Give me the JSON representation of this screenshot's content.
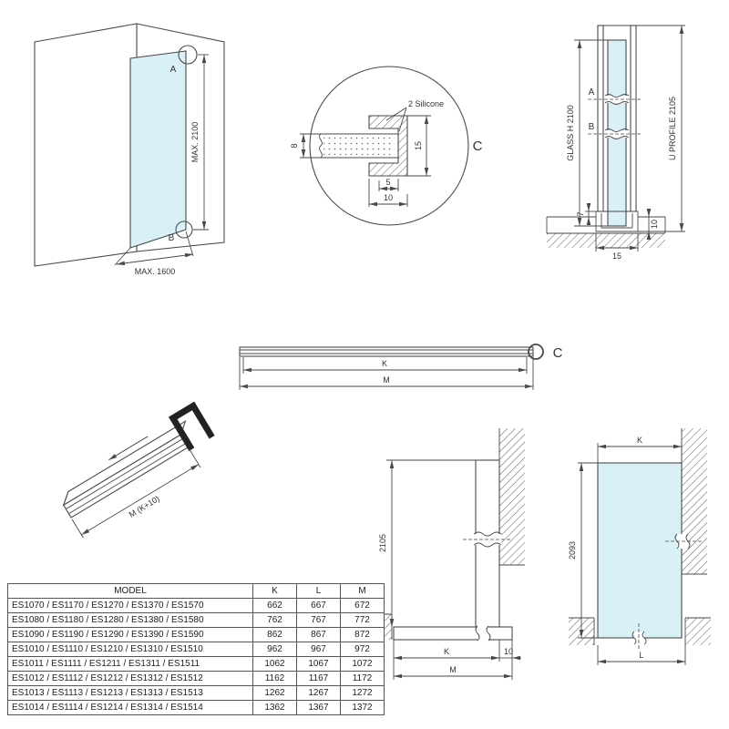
{
  "colors": {
    "glass": "#d8f0f6",
    "line": "#4a4a4a"
  },
  "perspective": {
    "a": "A",
    "b": "B",
    "max_h": "MAX. 2100",
    "max_w": "MAX. 1600"
  },
  "detail": {
    "silicone": "2 Silicone",
    "d8": "8",
    "d15": "15",
    "d5": "5",
    "d10": "10",
    "c": "C"
  },
  "section": {
    "a": "A",
    "b": "B",
    "glass_h": "GLASS H 2100",
    "u_profile": "U PROFILE 2105",
    "d7": "7",
    "d10": "10",
    "d15": "15"
  },
  "plan": {
    "k": "K",
    "m": "M",
    "c": "C"
  },
  "profile_3d": {
    "m": "M (K+10)"
  },
  "front": {
    "d2105": "2105",
    "k": "K",
    "d10": "10",
    "m": "M"
  },
  "panel": {
    "k": "K",
    "d2093": "2093",
    "l": "L"
  },
  "table": {
    "headers": [
      "MODEL",
      "K",
      "L",
      "M"
    ],
    "rows": [
      [
        "ES1070 / ES1170 / ES1270 / ES1370 / ES1570",
        "662",
        "667",
        "672"
      ],
      [
        "ES1080 / ES1180 / ES1280 / ES1380 / ES1580",
        "762",
        "767",
        "772"
      ],
      [
        "ES1090 / ES1190 / ES1290 / ES1390 / ES1590",
        "862",
        "867",
        "872"
      ],
      [
        "ES1010 / ES1110 / ES1210 / ES1310 / ES1510",
        "962",
        "967",
        "972"
      ],
      [
        "ES1011 / ES1111 / ES1211 / ES1311 / ES1511",
        "1062",
        "1067",
        "1072"
      ],
      [
        "ES1012 / ES1112 / ES1212 / ES1312 / ES1512",
        "1162",
        "1167",
        "1172"
      ],
      [
        "ES1013 / ES1113 / ES1213 / ES1313 / ES1513",
        "1262",
        "1267",
        "1272"
      ],
      [
        "ES1014 / ES1114 / ES1214 / ES1314 / ES1514",
        "1362",
        "1367",
        "1372"
      ]
    ]
  }
}
